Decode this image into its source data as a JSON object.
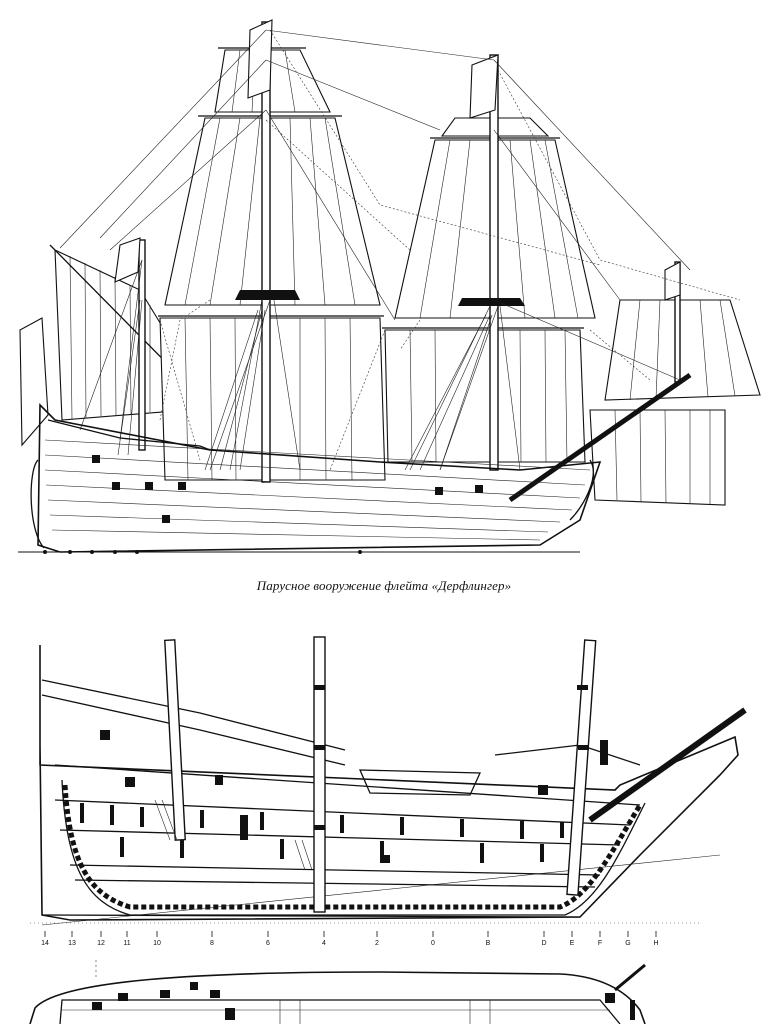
{
  "caption": "Парусное вооружение флейта «Дерфлингер»",
  "section_station_labels": [
    "14",
    "13",
    "12",
    "11",
    "10",
    "8",
    "6",
    "4",
    "2",
    "0",
    "B",
    "D",
    "E",
    "F",
    "G",
    "H"
  ]
}
